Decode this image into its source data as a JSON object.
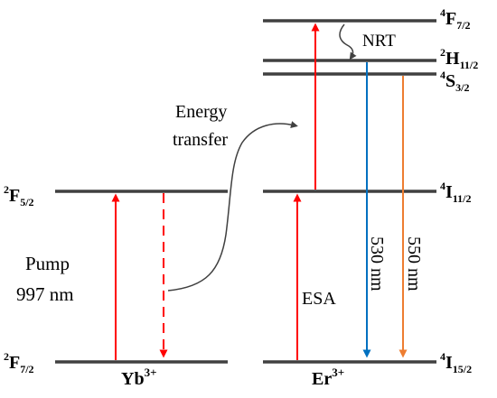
{
  "colors": {
    "level_line": "#404040",
    "red": "#ff0000",
    "blue": "#0070c0",
    "orange": "#ed7d31",
    "curve": "#404040",
    "text": "#000000"
  },
  "yb_ion": {
    "label_base": "Yb",
    "label_sup": "3+",
    "levels": {
      "upper": {
        "sup": "2",
        "main": "F",
        "sub": "5/2"
      },
      "ground": {
        "sup": "2",
        "main": "F",
        "sub": "7/2"
      }
    },
    "pump_label_line1": "Pump",
    "pump_label_line2": "997 nm"
  },
  "er_ion": {
    "label_base": "Er",
    "label_sup": "3+",
    "levels": {
      "f72": {
        "sup": "4",
        "main": "F",
        "sub": "7/2"
      },
      "h112": {
        "sup": "2",
        "main": "H",
        "sub": "11/2"
      },
      "s32": {
        "sup": "4",
        "main": "S",
        "sub": "3/2"
      },
      "i112": {
        "sup": "4",
        "main": "I",
        "sub": "11/2"
      },
      "i152": {
        "sup": "4",
        "main": "I",
        "sub": "15/2"
      }
    }
  },
  "annotations": {
    "energy_transfer_line1": "Energy",
    "energy_transfer_line2": "transfer",
    "nrt": "NRT",
    "esa": "ESA",
    "em_530": "530 nm",
    "em_550": "550 nm"
  }
}
